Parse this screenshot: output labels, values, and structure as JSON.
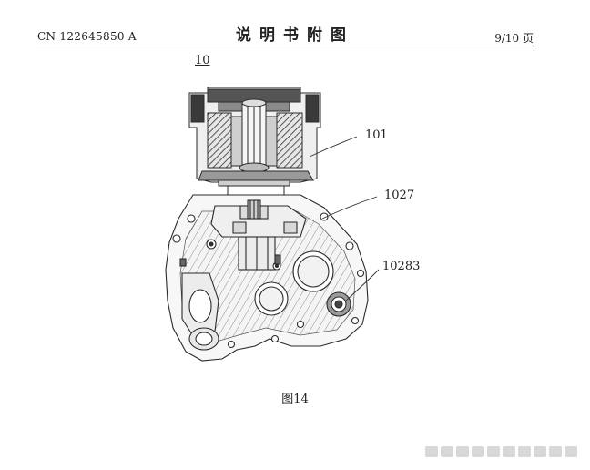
{
  "header": {
    "pub_number": "CN 122645850 A",
    "section_title": "说明书附图",
    "page_label": "9/10 页"
  },
  "figure": {
    "assembly_label": "10",
    "ref_motor": "101",
    "ref_housing": "1027",
    "ref_bearing": "10283",
    "caption": "图14"
  }
}
